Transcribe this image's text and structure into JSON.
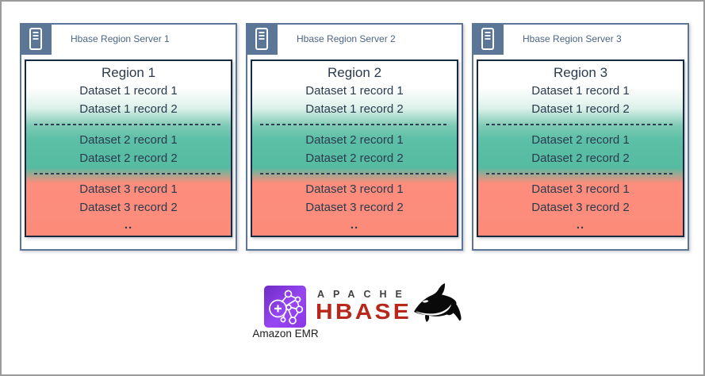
{
  "servers": [
    {
      "title": "Hbase Region Server 1",
      "region": {
        "title": "Region 1",
        "groups": [
          [
            "Dataset 1 record 1",
            "Dataset 1 record 2"
          ],
          [
            "Dataset 2 record 1",
            "Dataset 2 record 2"
          ],
          [
            "Dataset 3 record 1",
            "Dataset 3 record 2"
          ]
        ],
        "more": ".."
      }
    },
    {
      "title": "Hbase Region Server 2",
      "region": {
        "title": "Region 2",
        "groups": [
          [
            "Dataset 1 record 1",
            "Dataset 1 record 2"
          ],
          [
            "Dataset 2 record 1",
            "Dataset 2 record 2"
          ],
          [
            "Dataset 3 record 1",
            "Dataset 3 record 2"
          ]
        ],
        "more": ".."
      }
    },
    {
      "title": "Hbase Region Server 3",
      "region": {
        "title": "Region 3",
        "groups": [
          [
            "Dataset 1 record 1",
            "Dataset 1 record 2"
          ],
          [
            "Dataset 2 record 1",
            "Dataset 2 record 2"
          ],
          [
            "Dataset 3 record 1",
            "Dataset 3 record 2"
          ]
        ],
        "more": ".."
      }
    }
  ],
  "logos": {
    "emr": {
      "label": "Amazon EMR",
      "icon": "emr-cluster-icon"
    },
    "hbase": {
      "apache": "APACHE",
      "name": "HBASE",
      "icon": "orca-icon"
    }
  },
  "colors": {
    "server_border": "#5b7697",
    "region_border": "#182a42",
    "header_text": "#4a6585",
    "body_text": "#2b3b4e",
    "teal": "#55bba1",
    "salmon": "#fd8d7c",
    "hbase_red": "#b8271c",
    "apache_gray": "#3f3f3f",
    "emr_purple_dark": "#6e2ac6",
    "emr_purple_light": "#9747f2"
  }
}
